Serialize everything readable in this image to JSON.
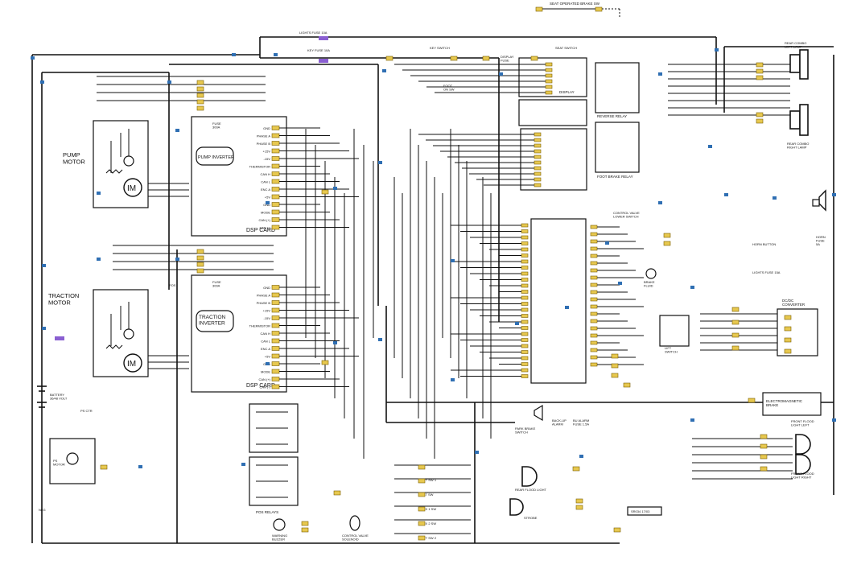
{
  "title": "SEAT OPERATED BRAKE SW",
  "components": {
    "pump_motor": "PUMP\nMOTOR",
    "traction_motor": "TRACTION\nMOTOR",
    "pump_inverter": "PUMP INVERTER",
    "traction_inverter": "TRACTION\nINVERTER",
    "dsp_card_1": "DSP CARD",
    "dsp_card_2": "DSP CARD",
    "display": "DISPLAY",
    "reverse_relay": "REVERSE RELAY",
    "foot_brake_relay": "FOOT BRAKE RELAY",
    "dcdc_converter": "DC/DC\nCONVERTER",
    "electromagnetic_brake": "ELECTROMAGNETIC\nBRAKE",
    "rear_combo_left": "REAR COMBO\nLEFT LAMP",
    "rear_combo_right": "REAR COMBO\nRIGHT LAMP",
    "horn_button": "HORN BUTTON",
    "horn_fuse": "HORN\nFUSE\n5A",
    "lights_fuse_top": "LIGHTS FUSE 10A",
    "key_fuse": "KEY FUSE 10A",
    "lights_fuse_15a": "LIGHTS FUSE 15A",
    "display_fuse": "DISPLAY\nFUSE",
    "key_switch": "KEY SWITCH",
    "seat_switch": "SEAT SWITCH",
    "foot_switch": "FOOT\nON SW",
    "battery": "BATTERY\n36/48 VOLT",
    "ps_motor": "PS\nMOTOR",
    "pos_relays": "POS RELAYS",
    "warning_buzzer": "WARNING\nBUZZER",
    "control_valve": "CONTROL VALVE\nSOLENOID",
    "control_valve_lower": "CONTROL VALVE\nLOWER SWITCH",
    "brake_fluid": "BRAKE\nFLUID",
    "back_up_alarm": "BACK-UP\nALARM",
    "bu_alarm_fuse": "BU ALARM\nFUSE 1.5A",
    "park_brake_switch": "PARK BRAKE\nSWITCH",
    "rear_flood_light": "REAR FLOOD LIGHT",
    "front_flood_left": "FRONT FLOOD\nLIGHT LEFT",
    "front_flood_right": "FRONT FLOOD\nLIGHT RIGHT",
    "strobe": "STROBE",
    "lift_switch": "LIFT\nSWITCH",
    "tilt_sw": "TILT SW",
    "aux1_sw": "AUX 1 SW",
    "aux2_sw": "AUX 2 SW",
    "lift_sw1": "LIFT SW 1",
    "lift_sw2": "LIFT SW 2",
    "fuse_300a_1": "FUSE\n300A",
    "fuse_300a_2": "FUSE\n300A",
    "ps_ctr": "PS CTR",
    "pos": "POS",
    "neg": "NEG",
    "code_box": "SR034 17/03"
  },
  "inverter_pins": [
    "GND",
    "PHASE A",
    "PHASE B",
    "+15V",
    "-15V",
    "THERMISTOR",
    "CAN H",
    "CAN L",
    "ENC A",
    "+5V",
    "GND",
    "MODE",
    "CAN (+)",
    "CAN (-)"
  ]
}
